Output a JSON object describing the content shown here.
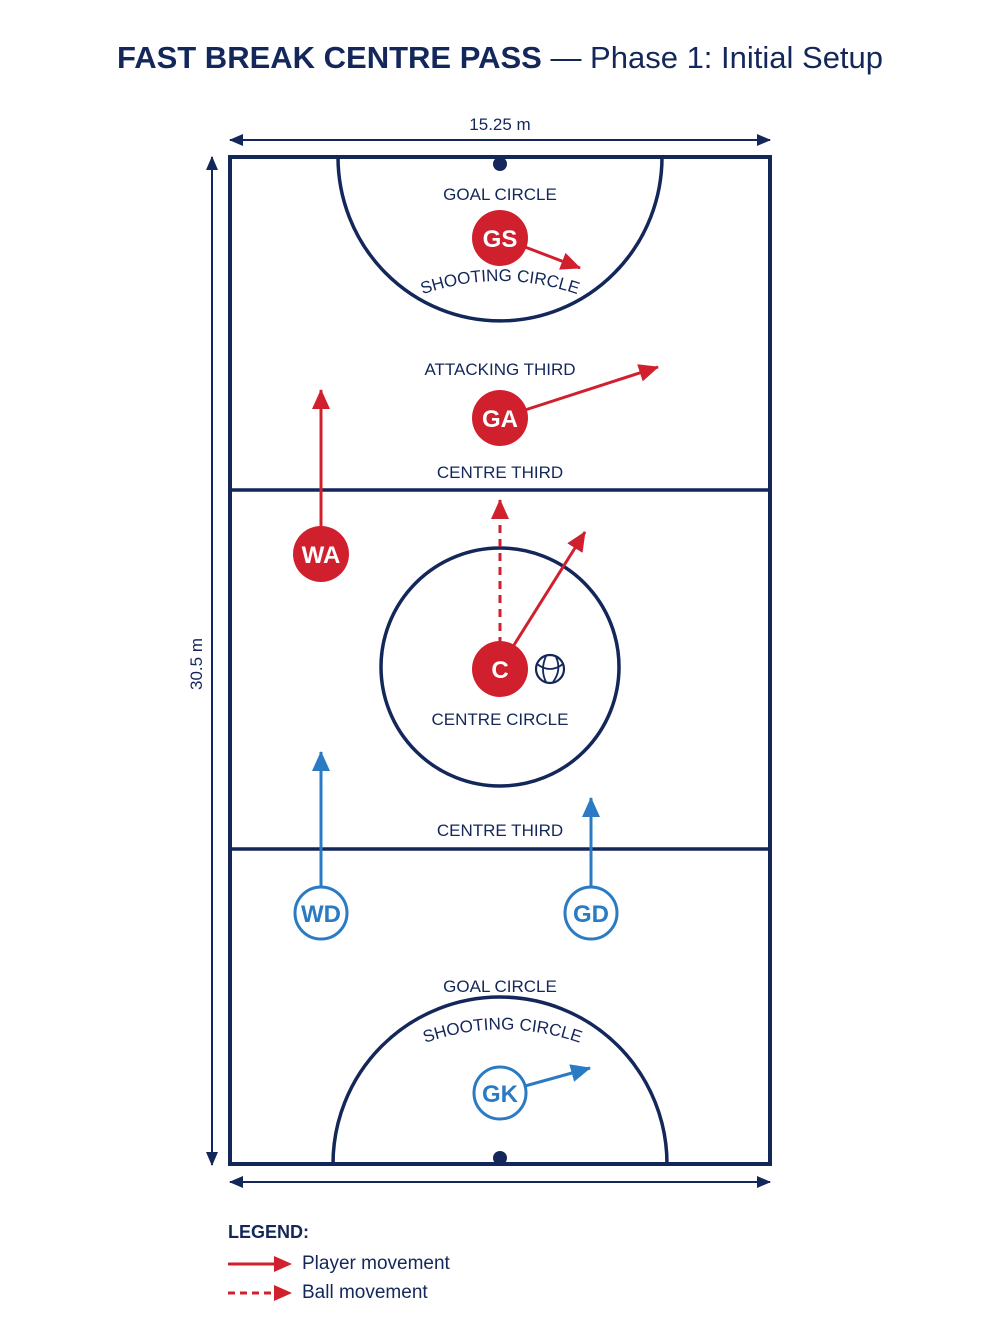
{
  "title": {
    "strong": "FAST BREAK CENTRE PASS",
    "rest": " — Phase 1: Initial Setup"
  },
  "dimensions": {
    "width_label": "15.25 m",
    "length_label": "30.5 m"
  },
  "zones": {
    "top_goal_circle": "GOAL CIRCLE",
    "top_shooting_circle": "SHOOTING CIRCLE",
    "attacking_third": "ATTACKING THIRD",
    "centre_third_upper": "CENTRE THIRD",
    "centre_circle": "CENTRE CIRCLE",
    "centre_third_lower": "CENTRE THIRD",
    "bottom_goal_circle": "GOAL CIRCLE",
    "bottom_shooting_circle": "SHOOTING CIRCLE"
  },
  "players": {
    "gs": "GS",
    "ga": "GA",
    "wa": "WA",
    "c": "C",
    "wd": "WD",
    "gd": "GD",
    "gk": "GK"
  },
  "legend": {
    "heading": "LEGEND:",
    "player_movement": "Player movement",
    "ball_movement": "Ball movement"
  },
  "colors": {
    "navy": "#14275a",
    "attack_red": "#d0202e",
    "defence_blue": "#2a7bc4"
  },
  "icons": {
    "ball": "netball-icon"
  }
}
